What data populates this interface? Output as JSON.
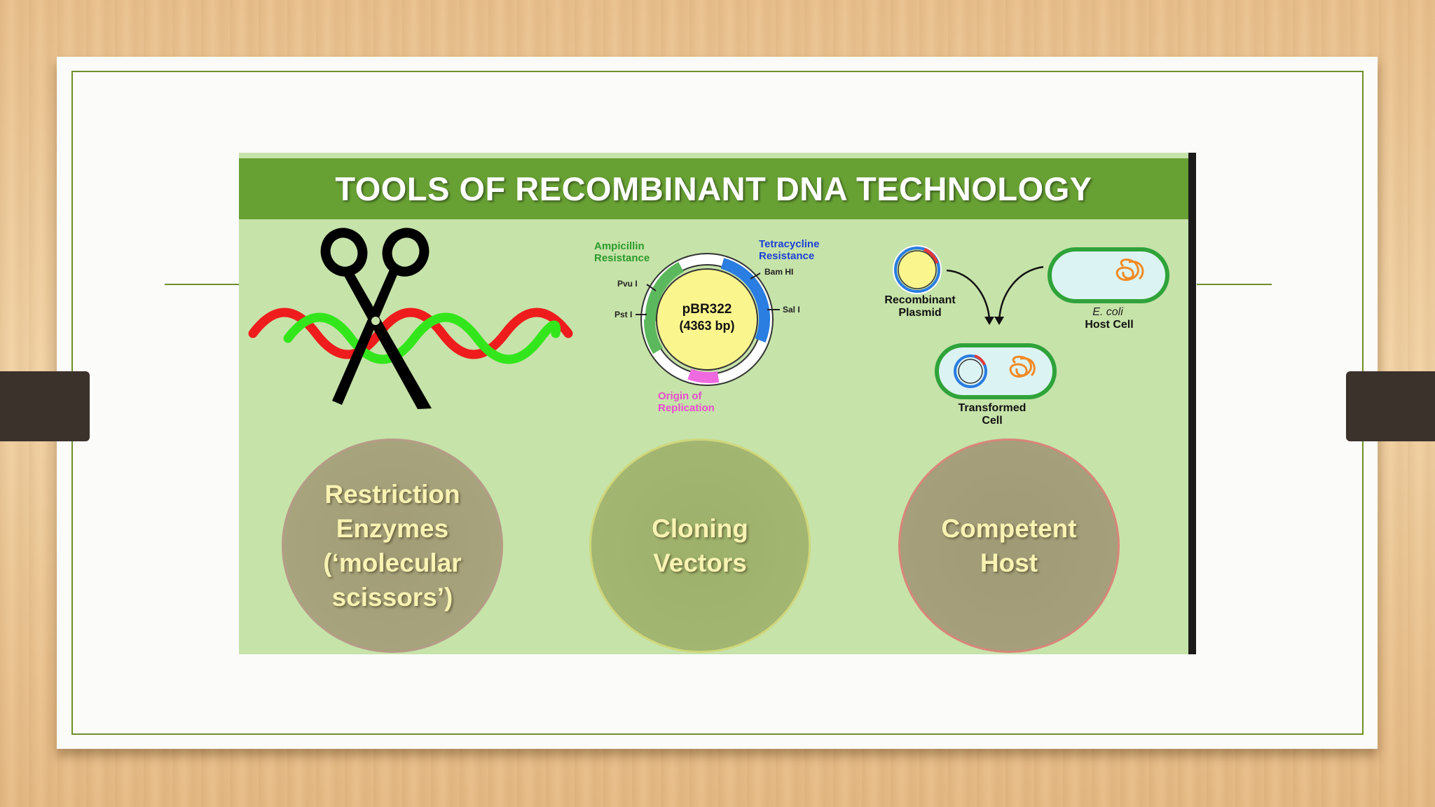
{
  "slide": {
    "title": "TOOLS OF RECOMBINANT DNA TECHNOLOGY"
  },
  "plasmid": {
    "name": "pBR322",
    "size": "(4363 bp)",
    "ampicillin_label": "Ampicillin\nResistance",
    "tetracycline_label": "Tetracycline\nResistance",
    "origin_label": "Origin of\nReplication",
    "sites": [
      "Pvu I",
      "Pst I",
      "Bam HI",
      "Sal I"
    ]
  },
  "host_diagram": {
    "recombinant_plasmid": "Recombinant\nPlasmid",
    "ecoli_italic": "E. coli",
    "host_cell": "Host Cell",
    "transformed_cell": "Transformed\nCell"
  },
  "bubbles": [
    {
      "label": "Restriction\nEnzymes\n(‘molecular\nscissors’)"
    },
    {
      "label": "Cloning\nVectors"
    },
    {
      "label": "Competent\nHost"
    }
  ],
  "colors": {
    "banner": "#67a033",
    "panel": "#c6e3a9",
    "dna_strand_1": "#ee1c1c",
    "dna_strand_2": "#33e61c",
    "ampicillin": "#5cb85c",
    "tetracycline": "#2a7de1",
    "origin": "#f06adf"
  },
  "icons": [
    "scissors-icon",
    "dna-double-helix-icon",
    "plasmid-map-icon",
    "bacterium-icon",
    "arrow-icon"
  ]
}
